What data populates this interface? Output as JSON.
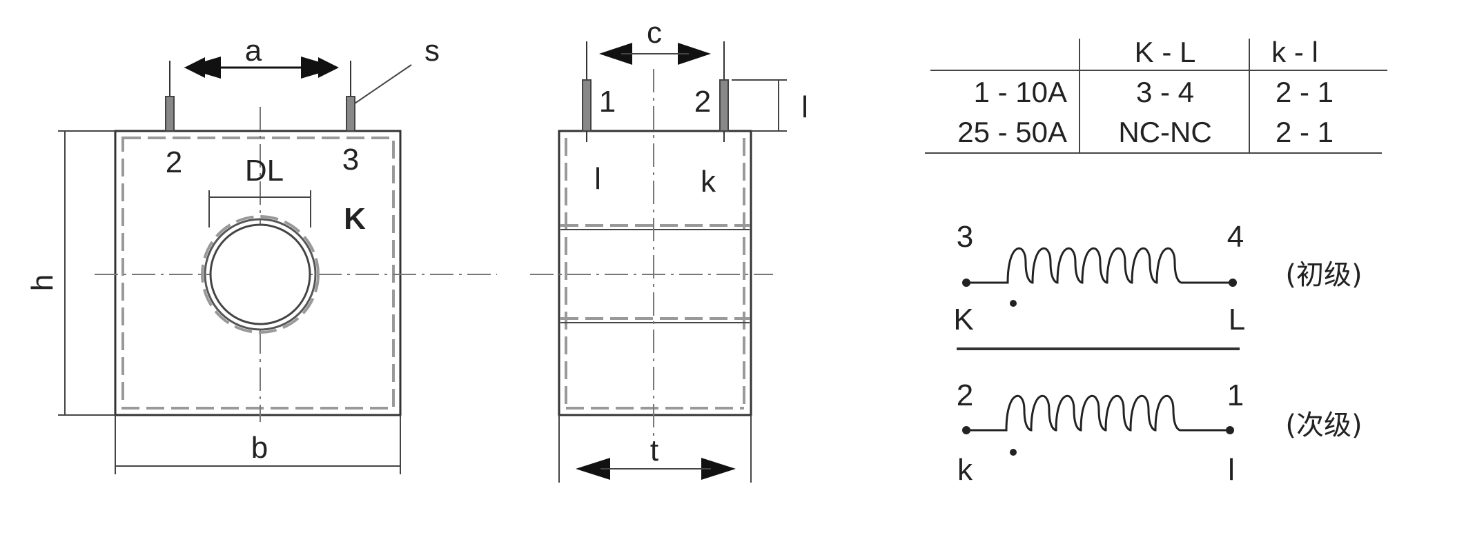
{
  "front_view": {
    "dim_a": "a",
    "dim_s": "s",
    "dim_h": "h",
    "dim_b": "b",
    "terminal_left": "2",
    "terminal_right": "3",
    "hole_label": "DL",
    "mark": "K"
  },
  "side_view": {
    "dim_c": "c",
    "dim_l": "l",
    "dim_t": "t",
    "terminal_left": "1",
    "terminal_right": "2",
    "winding_left": "l",
    "winding_right": "k"
  },
  "table": {
    "headers": [
      "",
      "K - L",
      "k - l"
    ],
    "rows": [
      [
        "1 - 10A",
        "3 - 4",
        "2 - 1"
      ],
      [
        "25 - 50A",
        "NC-NC",
        "2 - 1"
      ]
    ]
  },
  "schematic": {
    "primary": {
      "pin_left": "3",
      "pin_right": "4",
      "end_left": "K",
      "end_right": "L",
      "label": "(初级)"
    },
    "secondary": {
      "pin_left": "2",
      "pin_right": "1",
      "end_left": "k",
      "end_right": "l",
      "label": "(次级)"
    }
  }
}
